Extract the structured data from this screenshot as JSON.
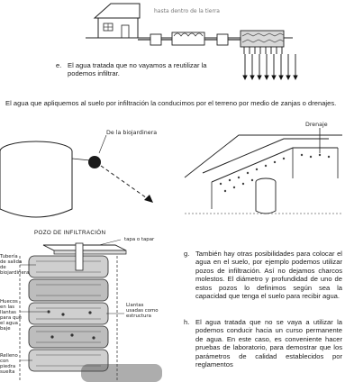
{
  "top_figure": {
    "label": "hasta dentro de la tierra"
  },
  "item_e": {
    "marker": "e.",
    "text": "El agua tratada que no vayamos a reutilizar la podemos infiltrar."
  },
  "intro_paragraph": "El agua que apliquemos al suelo por infiltración la conducimos por el terreno por medio de zanjas o drenajes.",
  "biojardinera_figure": {
    "label": "De la biojardinera"
  },
  "drenaje_figure": {
    "label": "Drenaje"
  },
  "pozo_figure": {
    "title": "POZO DE INFILTRACIÓN",
    "labels": {
      "top": "tapa o tapar",
      "pipe": "Tubería de salida de biojardinera",
      "holes": "Huecos en las llantas para que el agua baje",
      "tires": "Llantas usadas como estructura",
      "fill": "Relleno con piedra suelta"
    }
  },
  "item_g": {
    "marker": "g.",
    "text": "También hay otras posibilidades para colocar el agua en el suelo, por ejemplo podemos utilizar pozos de infiltración. Así no dejamos charcos molestos. El diámetro y profundidad de uno de estos pozos lo definimos según sea la capacidad que tenga el suelo para recibir agua."
  },
  "item_h": {
    "marker": "h.",
    "text": "El agua tratada que no se vaya a utilizar la podemos conducir hacia un curso permanente de agua. En este caso, es conveniente hacer pruebas de laboratorio, para demostrar que los parámetros de calidad establecidos por reglamentos"
  }
}
